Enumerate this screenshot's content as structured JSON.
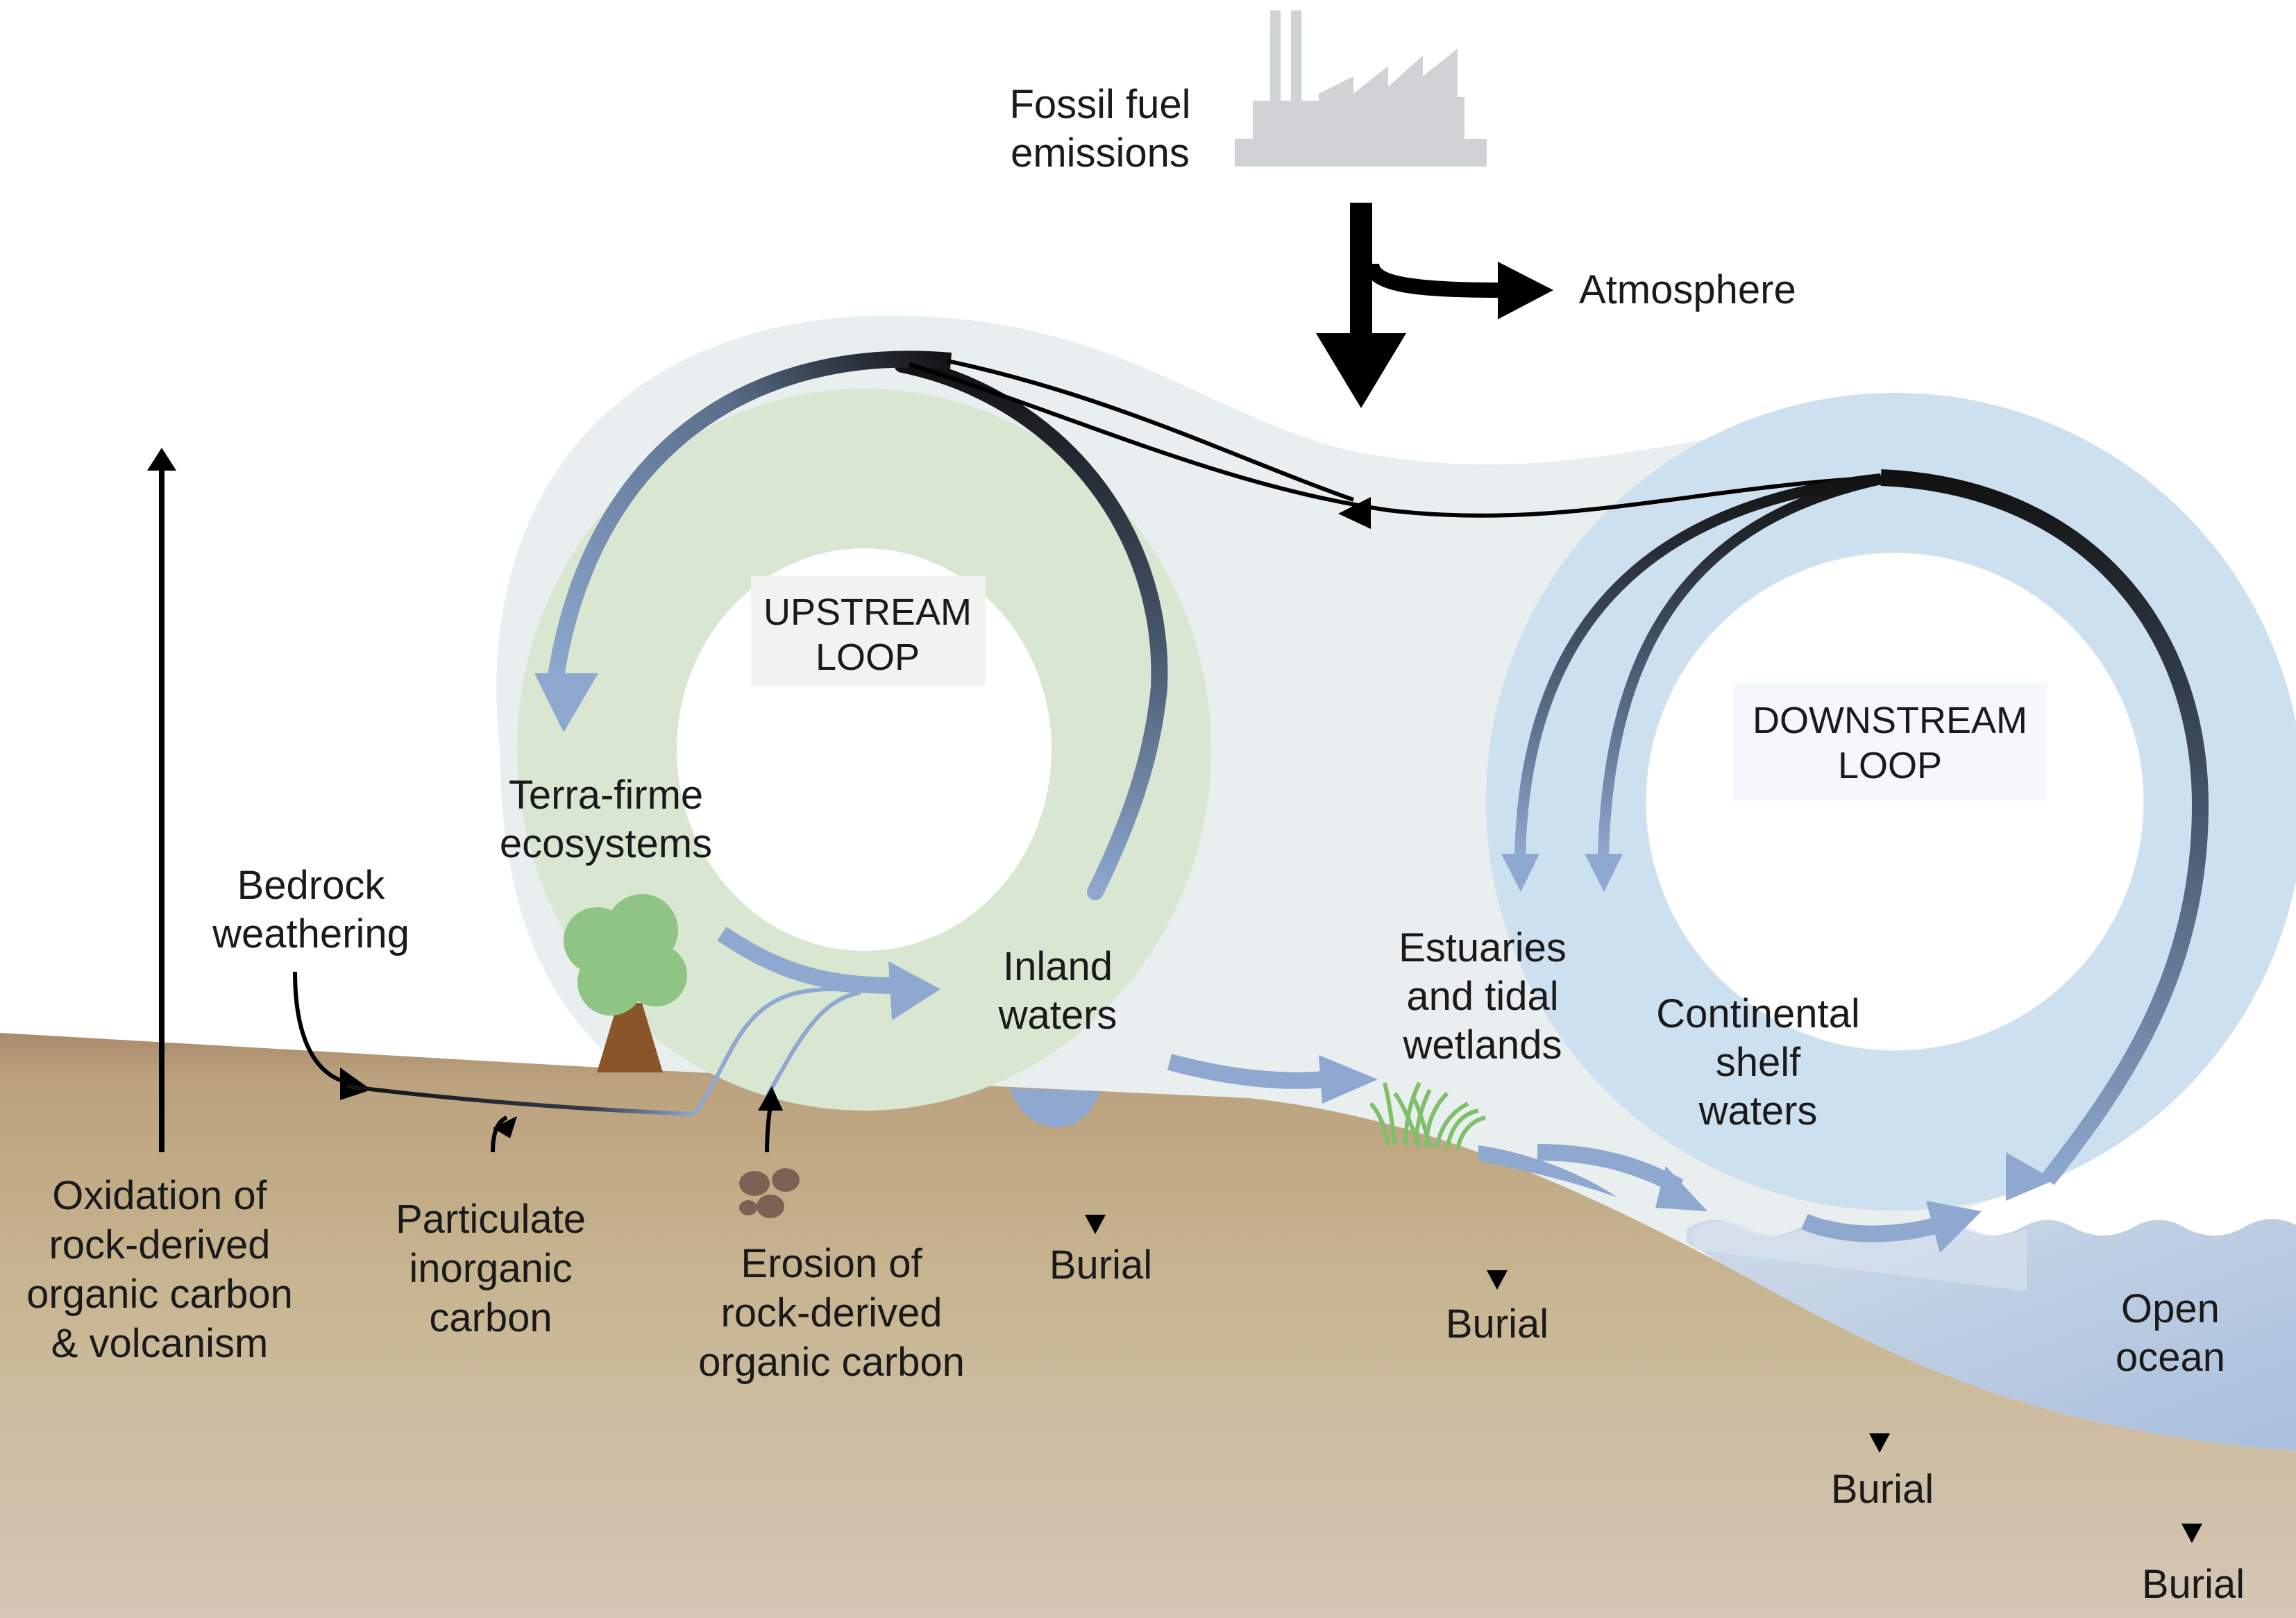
{
  "labels": {
    "fossil_fuel": [
      "Fossil fuel",
      "emissions"
    ],
    "atmosphere": [
      "Atmosphere"
    ],
    "upstream_loop": [
      "UPSTREAM",
      "LOOP"
    ],
    "downstream_loop": [
      "DOWNSTREAM",
      "LOOP"
    ],
    "terra_firme": [
      "Terra-firme",
      "ecosystems"
    ],
    "bedrock": [
      "Bedrock",
      "weathering"
    ],
    "inland_waters": [
      "Inland",
      "waters"
    ],
    "estuaries": [
      "Estuaries",
      "and tidal",
      "wetlands"
    ],
    "continental_shelf": [
      "Continental",
      "shelf",
      "waters"
    ],
    "oxidation": [
      "Oxidation of",
      "rock-derived",
      "organic carbon",
      "& volcanism"
    ],
    "particulate": [
      "Particulate",
      "inorganic",
      "carbon"
    ],
    "erosion": [
      "Erosion of",
      "rock-derived",
      "organic carbon"
    ],
    "burial_inland": [
      "Burial"
    ],
    "burial_estuary": [
      "Burial"
    ],
    "burial_shelf": [
      "Burial"
    ],
    "burial_ocean": [
      "Burial"
    ],
    "open_ocean": [
      "Open",
      "ocean"
    ]
  },
  "colors": {
    "halo": "#e9eeee",
    "upstream_ring": "#d9e6d2",
    "downstream_ring": "#cde0ef",
    "flow_blue": "#8ea8cf",
    "factory_gray": "#cfd3d3",
    "ocean_blue": "#aec2dd",
    "soil_top": "#a98a6c",
    "soil_mid": "#c8b692",
    "soil_bottom": "#d5c6b6",
    "tree_green": "#8ec584",
    "tree_trunk": "#8a5528",
    "grass_green": "#7fbf6a",
    "pebble_brown": "#7b6252",
    "black": "#000000"
  }
}
